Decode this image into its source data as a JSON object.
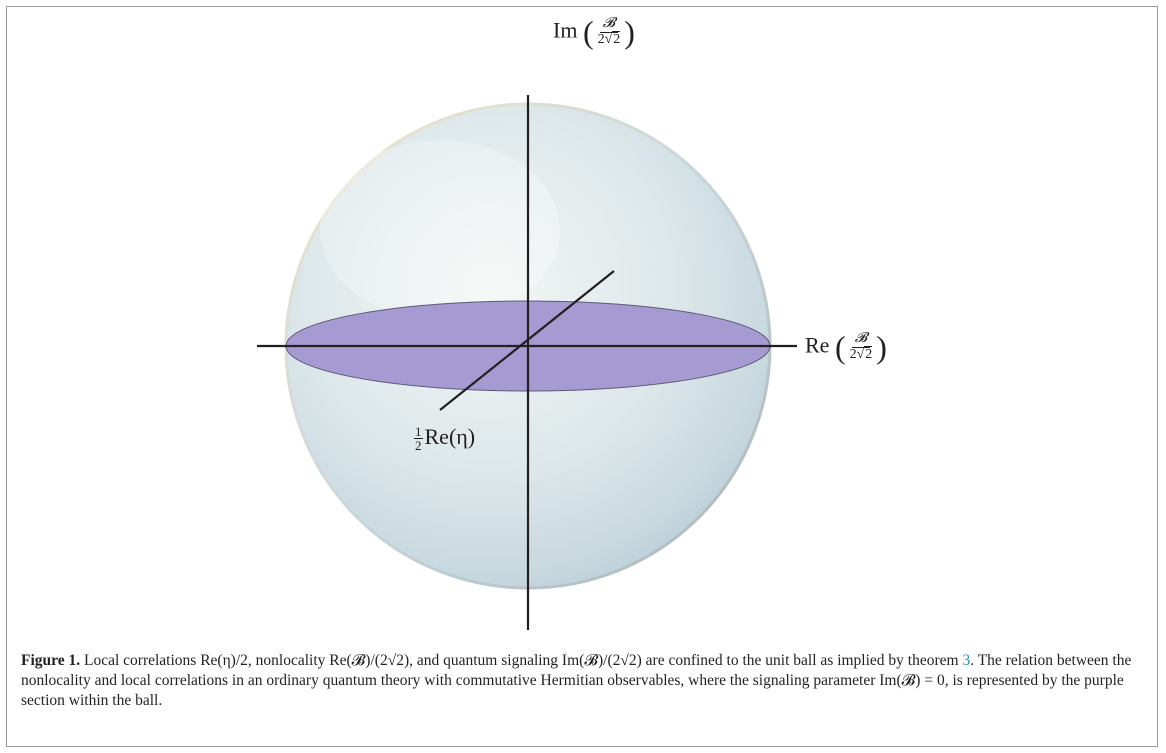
{
  "figure": {
    "axis_labels": {
      "imag_prefix": "Im",
      "real_prefix": "Re",
      "frac_numerator": "𝓑",
      "frac_den_coef": "2",
      "frac_den_root": "2",
      "eta_coef_num": "1",
      "eta_coef_den": "2",
      "eta_text": "Re(η)"
    },
    "colors": {
      "section_fill": "#a59ad2",
      "sphere_fill": "#dbe6ea",
      "axis": "#231f20",
      "link": "#2a8bc4"
    }
  },
  "caption": {
    "figure_label": "Figure 1.",
    "part1": " Local correlations Re(η)/2, nonlocality Re(𝓑)/(2√2), and quantum signaling Im(𝓑)/(2√2) are confined to the unit ball as implied by theorem ",
    "theorem_ref": "3",
    "part2": ". The relation between the nonlocality and local correlations in an ordinary quantum theory with commutative Hermitian observables, where the signaling parameter Im(𝓑) = 0, is represented by the purple section within the ball."
  }
}
